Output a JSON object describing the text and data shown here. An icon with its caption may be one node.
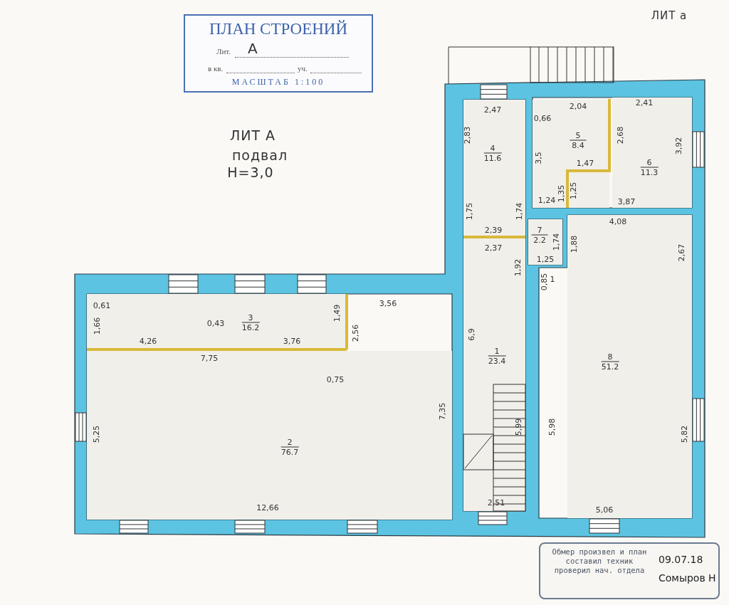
{
  "diagram": {
    "nodes": [
      {
        "text": [
          "ПЛАН СТРОЕНИЙ",
          "Лит.",
          "А",
          "в кв.",
          "уч.",
          "МАСШТАБ 1:100"
        ]
      },
      {
        "text": [
          "1",
          "23.4"
        ]
      },
      {
        "text": [
          "2",
          "76.7"
        ]
      },
      {
        "text": [
          "3",
          "16.2"
        ]
      },
      {
        "text": [
          "4",
          "11.6"
        ]
      },
      {
        "text": [
          "5",
          "8.4"
        ]
      },
      {
        "text": [
          "6",
          "11.3"
        ]
      },
      {
        "text": [
          "7",
          "2.2"
        ]
      },
      {
        "text": [
          "8",
          "51.2"
        ]
      },
      {
        "text": [
          "Обмер произвел и план составил техник проверил нач. отдела",
          "09.07.18",
          "Сомыров Н"
        ]
      }
    ],
    "labels": [
      "ЛИТ а",
      "ЛИТ А",
      "подвал",
      "Н=3,0",
      "2,41",
      "2,04",
      "2,47",
      "0,66",
      "2,83",
      "2,68",
      "3,92",
      "3,5",
      "1,47",
      "1,35",
      "1,25",
      "1,24",
      "3,87",
      "1,75",
      "1,74",
      "4,08",
      "2,39",
      "1,74",
      "1,88",
      "2,37",
      "2,67",
      "1,25",
      "1,92",
      "0,85",
      "1",
      "0,61",
      "3,56",
      "1,49",
      "0,43",
      "1,66",
      "6,9",
      "2,56",
      "4,26",
      "3,76",
      "7,75",
      "0,75",
      "7,35",
      "5,25",
      "5,99",
      "5,98",
      "5,82",
      "2,51",
      "12,66",
      "5,06"
    ]
  }
}
